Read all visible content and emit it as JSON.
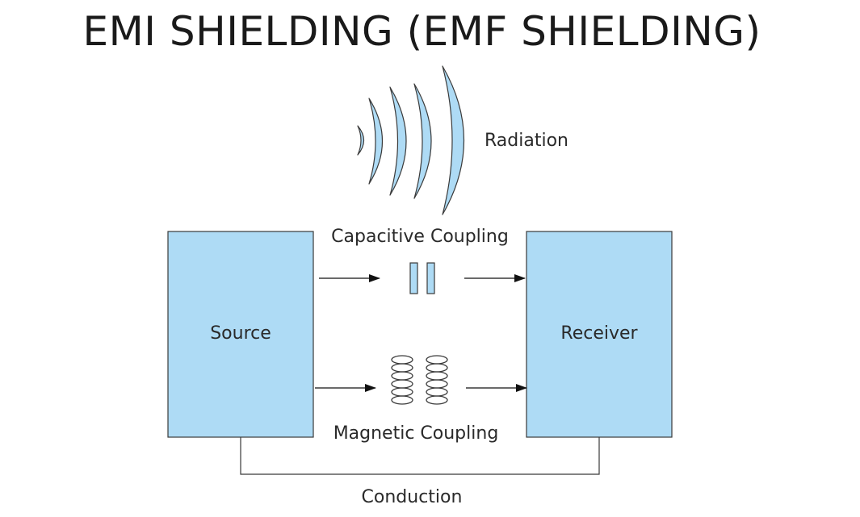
{
  "title": "EMI SHIELDING (EMF SHIELDING)",
  "labels": {
    "radiation": "Radiation",
    "capacitive": "Capacitive Coupling",
    "magnetic": "Magnetic Coupling",
    "conduction": "Conduction",
    "source": "Source",
    "receiver": "Receiver"
  },
  "colors": {
    "box_fill": "#aedbf5",
    "stroke": "#3a3a3a",
    "text": "#2a2a2a"
  }
}
